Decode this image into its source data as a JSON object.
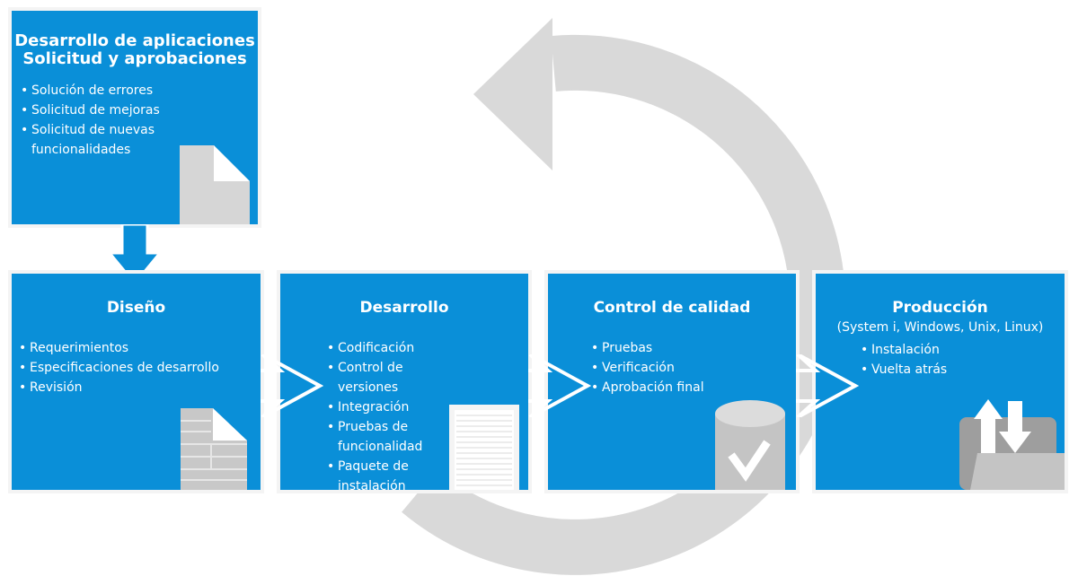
{
  "request": {
    "title_line1": "Desarrollo de aplicaciones",
    "title_line2": "Solicitud y aprobaciones",
    "items": [
      "Solución de errores",
      "Solicitud de mejoras",
      "Solicitud de nuevas funcionalidades"
    ]
  },
  "stages": [
    {
      "title": "Diseño",
      "items": [
        "Requerimientos",
        "Especificaciones de desarrollo",
        "Revisión"
      ]
    },
    {
      "title": "Desarrollo",
      "items": [
        "Codificación",
        "Control de versiones",
        "Integración",
        "Pruebas de funcionalidad",
        "Paquete de instalación"
      ]
    },
    {
      "title": "Control de calidad",
      "items": [
        "Pruebas",
        "Verificación",
        "Aprobación final"
      ]
    },
    {
      "title": "Producción",
      "subtitle": "(System i, Windows, Unix, Linux)",
      "items": [
        "Instalación",
        "Vuelta atrás"
      ]
    }
  ],
  "colors": {
    "box": "#0a8fd8",
    "cycle": "#d9d9d9",
    "icon": "#c8c8c8"
  }
}
